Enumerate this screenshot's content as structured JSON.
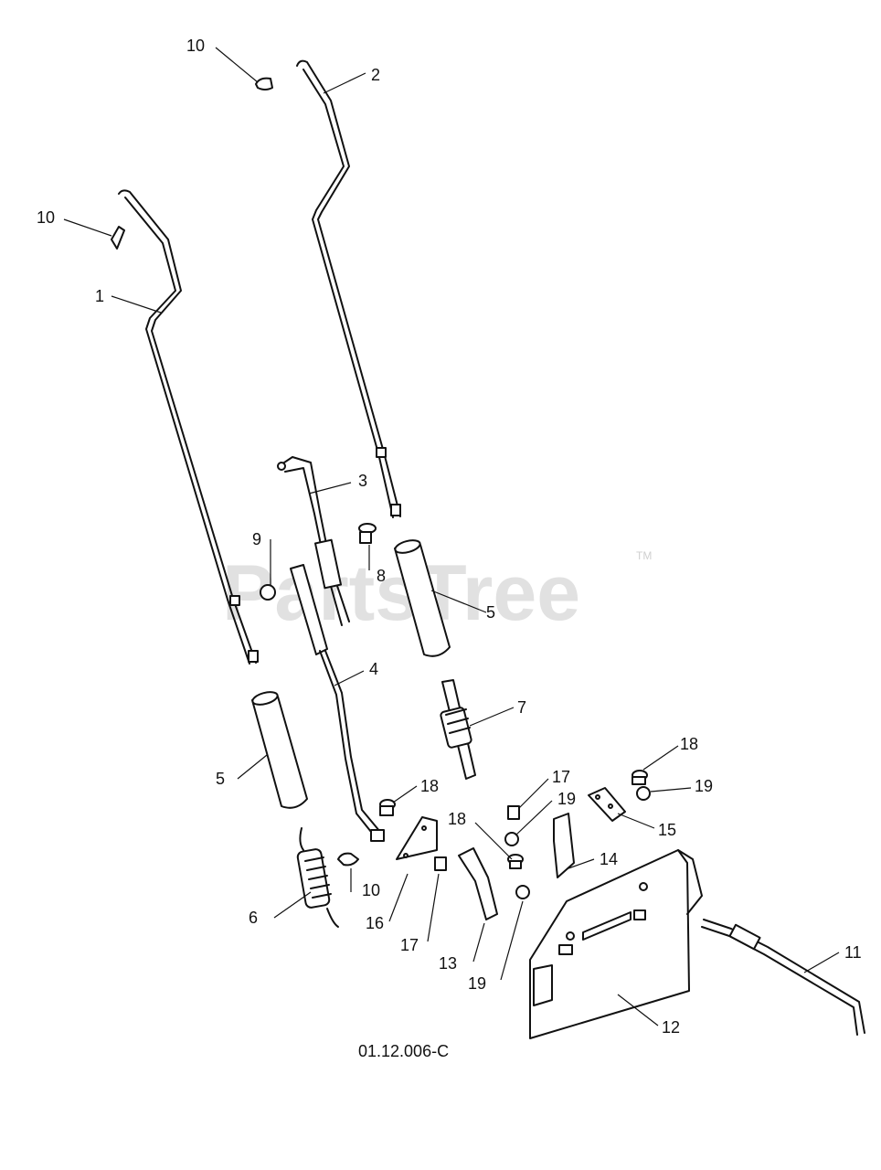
{
  "watermark": {
    "text": "PartsTree",
    "trademark": "TM"
  },
  "figure_id": "01.12.006-C",
  "callouts": [
    {
      "key": "c1",
      "label": "1"
    },
    {
      "key": "c2",
      "label": "2"
    },
    {
      "key": "c3",
      "label": "3"
    },
    {
      "key": "c4",
      "label": "4"
    },
    {
      "key": "c5a",
      "label": "5"
    },
    {
      "key": "c5b",
      "label": "5"
    },
    {
      "key": "c6",
      "label": "6"
    },
    {
      "key": "c7",
      "label": "7"
    },
    {
      "key": "c8",
      "label": "8"
    },
    {
      "key": "c9",
      "label": "9"
    },
    {
      "key": "c10a",
      "label": "10"
    },
    {
      "key": "c10b",
      "label": "10"
    },
    {
      "key": "c10c",
      "label": "10"
    },
    {
      "key": "c11",
      "label": "11"
    },
    {
      "key": "c12",
      "label": "12"
    },
    {
      "key": "c13",
      "label": "13"
    },
    {
      "key": "c14",
      "label": "14"
    },
    {
      "key": "c15",
      "label": "15"
    },
    {
      "key": "c16",
      "label": "16"
    },
    {
      "key": "c17a",
      "label": "17"
    },
    {
      "key": "c17b",
      "label": "17"
    },
    {
      "key": "c18a",
      "label": "18"
    },
    {
      "key": "c18b",
      "label": "18"
    },
    {
      "key": "c18c",
      "label": "18"
    },
    {
      "key": "c19a",
      "label": "19"
    },
    {
      "key": "c19b",
      "label": "19"
    },
    {
      "key": "c19c",
      "label": "19"
    }
  ]
}
